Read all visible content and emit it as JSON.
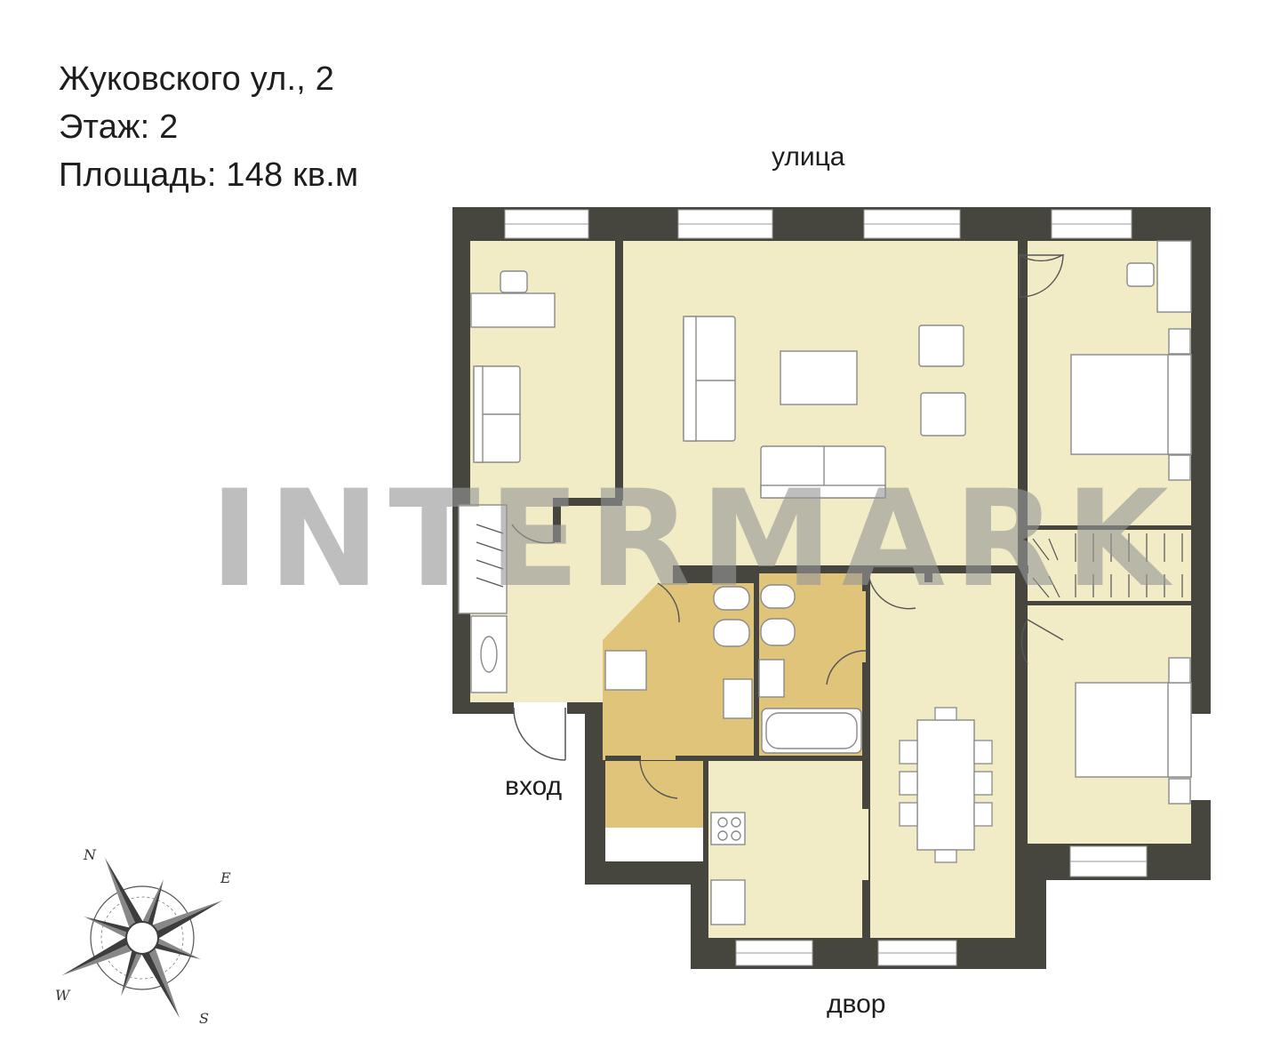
{
  "info": {
    "address": "Жуковского ул., 2",
    "floor": "Этаж: 2",
    "area": "Площадь: 148 кв.м"
  },
  "labels": {
    "street": "улица",
    "entrance": "вход",
    "yard": "двор"
  },
  "watermark": "INTERMARK",
  "compass": {
    "n": "N",
    "e": "E",
    "s": "S",
    "w": "W"
  },
  "colors": {
    "wall": "#46463f",
    "room": "#f1ecc6",
    "wet_room": "#e0c47a",
    "window": "#ffffff",
    "furniture_stroke": "#8a8a8a"
  }
}
